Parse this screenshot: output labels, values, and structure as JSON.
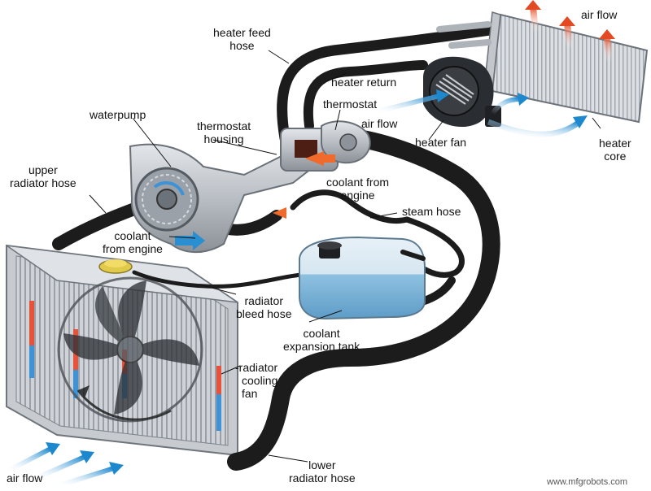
{
  "labels": {
    "heater_feed_hose": [
      "heater feed",
      "hose"
    ],
    "air_flow_top": "air flow",
    "heater_return": "heater return",
    "thermostat": "thermostat",
    "air_flow_mid": "air flow",
    "waterpump": "waterpump",
    "thermostat_housing": [
      "thermostat",
      "housing"
    ],
    "heater_fan": "heater fan",
    "heater_core": [
      "heater",
      "core"
    ],
    "upper_radiator_hose": [
      "upper",
      "radiator hose"
    ],
    "coolant_from_engine_right": [
      "coolant from",
      "engine"
    ],
    "steam_hose": "steam hose",
    "coolant_from_engine_left": [
      "coolant",
      "from engine"
    ],
    "radiator_bleed_hose": [
      "radiator",
      "bleed hose"
    ],
    "coolant_expansion_tank": [
      "coolant",
      "expansion tank"
    ],
    "radiator_cooling_fan": [
      "-radiator",
      "cooling",
      "fan"
    ],
    "lower_radiator_hose": [
      "lower",
      "radiator hose"
    ],
    "air_flow_bottom": "air flow"
  },
  "watermark": "www.mfgrobots.com",
  "colors": {
    "hose": "#1c1c1c",
    "coolant_hot": "#e8552a",
    "coolant_cold": "#2a8fd0",
    "metal": "#b8bdc3",
    "tank_fluid": "#7fb8dc"
  }
}
